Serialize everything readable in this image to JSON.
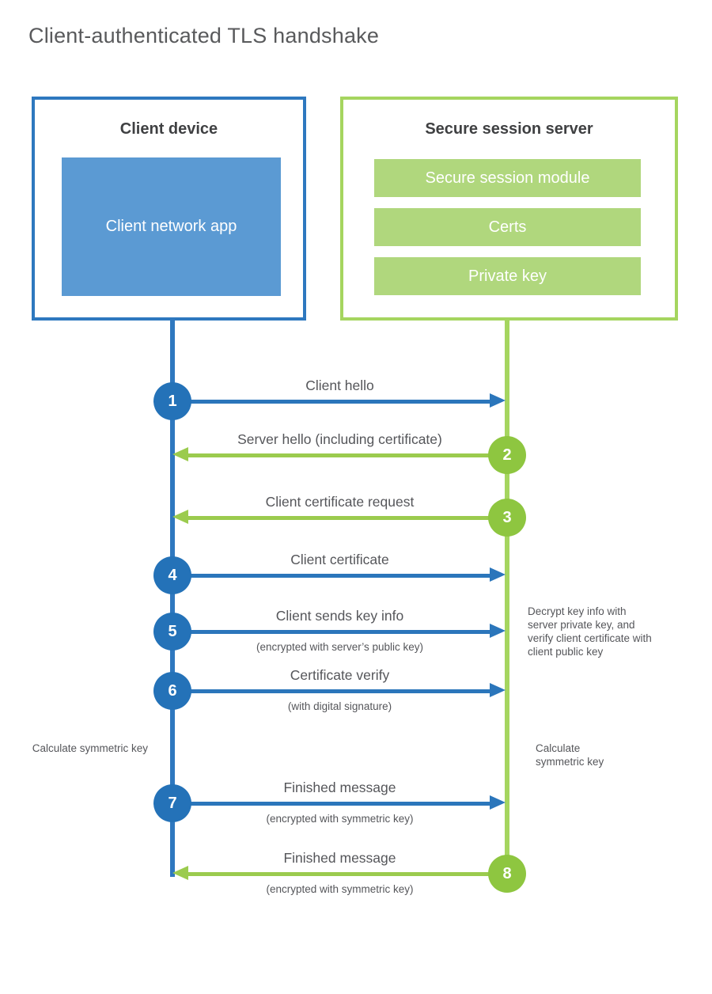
{
  "title": "Client-authenticated TLS handshake",
  "colors": {
    "client_blue_border": "#2e78bf",
    "client_blue_fill": "#5b9ad3",
    "client_blue_circle": "#2472b8",
    "server_green_border": "#a5d55f",
    "server_green_fill": "#b0d77d",
    "server_green_circle": "#8ec640",
    "text_dark": "#3f4042",
    "text_gray": "#55565a"
  },
  "client": {
    "title": "Client device",
    "app_label": "Client network app"
  },
  "server": {
    "title": "Secure session server",
    "modules": [
      "Secure session module",
      "Certs",
      "Private key"
    ]
  },
  "messages": [
    {
      "num": "1",
      "from": "client",
      "label": "Client hello",
      "sub": ""
    },
    {
      "num": "2",
      "from": "server",
      "label": "Server hello (including certificate)",
      "sub": ""
    },
    {
      "num": "3",
      "from": "server",
      "label": "Client certificate request",
      "sub": ""
    },
    {
      "num": "4",
      "from": "client",
      "label": "Client certificate",
      "sub": ""
    },
    {
      "num": "5",
      "from": "client",
      "label": "Client sends key info",
      "sub": "(encrypted with server’s public key)"
    },
    {
      "num": "6",
      "from": "client",
      "label": "Certificate verify",
      "sub": "(with digital signature)"
    },
    {
      "num": "7",
      "from": "client",
      "label": "Finished message",
      "sub": "(encrypted with symmetric key)"
    },
    {
      "num": "8",
      "from": "server",
      "label": "Finished message",
      "sub": "(encrypted with symmetric key)"
    }
  ],
  "annotations": {
    "decrypt_note": "Decrypt key info with server private key, and verify client certificate with client public key",
    "calc_left": "Calculate symmetric key",
    "calc_right": "Calculate symmetric key"
  }
}
